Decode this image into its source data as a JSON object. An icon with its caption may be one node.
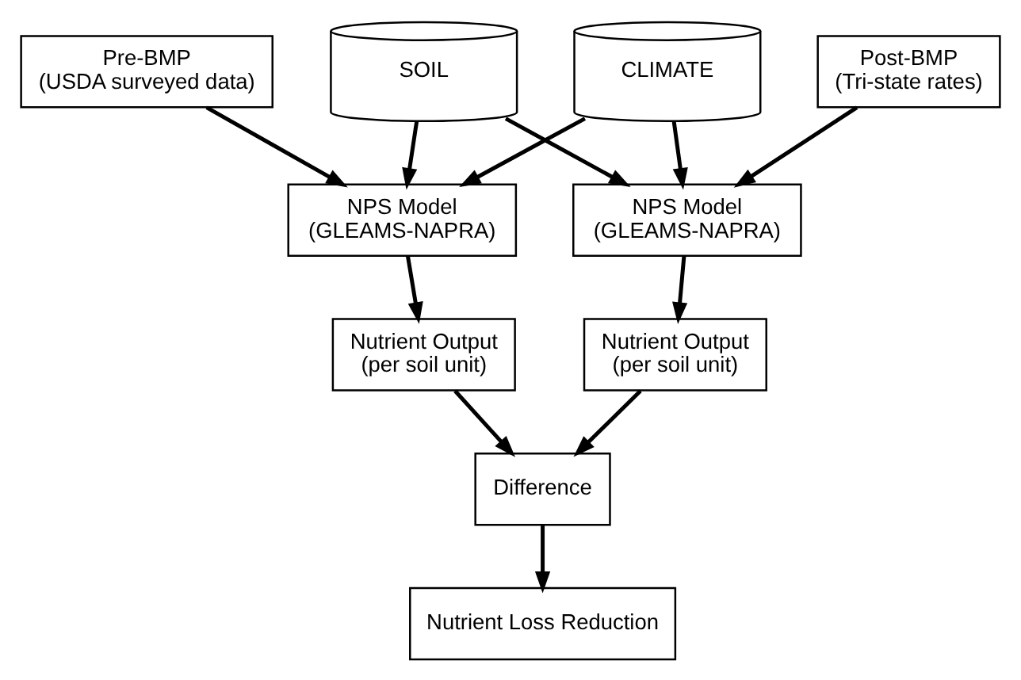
{
  "diagram": {
    "nodes": [
      {
        "text": [
          "Pre-BMP",
          "(USDA surveyed data)"
        ]
      },
      {
        "text": [
          "NPS Model",
          "(GLEAMS-NAPRA)"
        ]
      },
      {
        "text": [
          "Nutrient Output",
          "(per soil unit)"
        ]
      },
      {
        "text": [
          "SOIL"
        ]
      },
      {
        "text": [
          "CLIMATE"
        ]
      },
      {
        "text": [
          "Post-BMP",
          "(Tri-state rates)"
        ]
      },
      {
        "text": [
          "NPS Model",
          "(GLEAMS-NAPRA)"
        ]
      },
      {
        "text": [
          "Nutrient Output",
          "(per soil unit)"
        ]
      },
      {
        "text": [
          "Difference"
        ]
      },
      {
        "text": [
          "Nutrient Loss Reduction"
        ]
      }
    ],
    "edges": [
      {
        "from": 0,
        "to": 1,
        "arrow": "to"
      },
      {
        "from": 1,
        "to": 2,
        "arrow": "to"
      },
      {
        "from": 5,
        "to": 6,
        "arrow": "to"
      },
      {
        "from": 6,
        "to": 7,
        "arrow": "to"
      },
      {
        "from": 3,
        "to": 1,
        "arrow": "to"
      },
      {
        "from": 4,
        "to": 1,
        "arrow": "to"
      },
      {
        "from": 3,
        "to": 6,
        "arrow": "to"
      },
      {
        "from": 4,
        "to": 6,
        "arrow": "to"
      },
      {
        "from": 2,
        "to": 8,
        "arrow": "to"
      },
      {
        "from": 7,
        "to": 8,
        "arrow": "to"
      },
      {
        "from": 8,
        "to": 9,
        "arrow": "to"
      }
    ]
  }
}
